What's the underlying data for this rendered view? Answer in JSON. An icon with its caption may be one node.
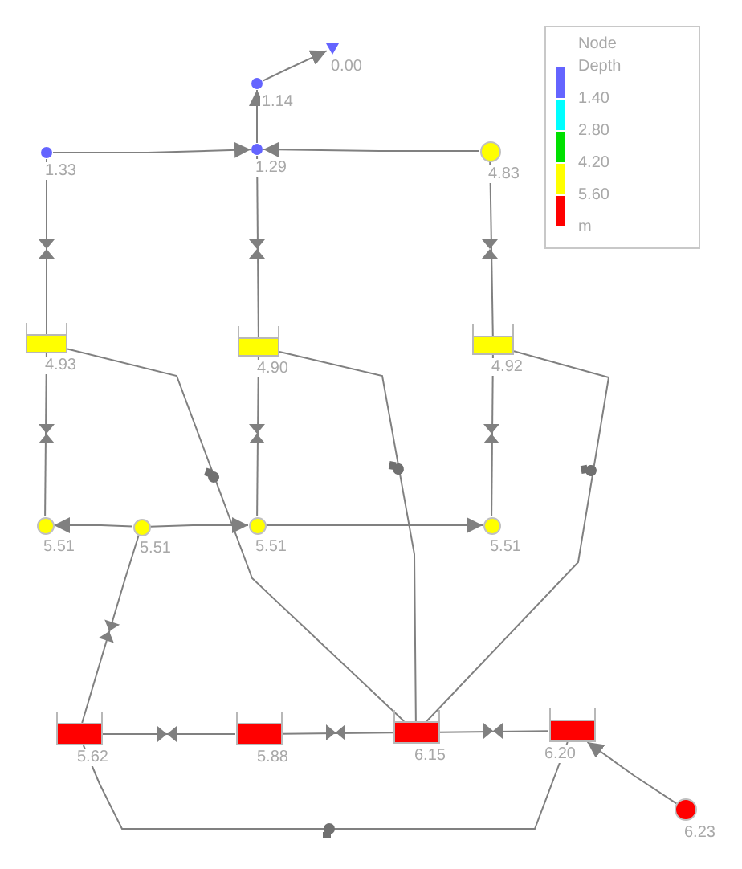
{
  "diagram": {
    "nodes": [
      {
        "text": [],
        "shape": "triangle",
        "beside": [
          "0.00"
        ]
      },
      {
        "text": [],
        "shape": "circle",
        "beside": [
          "1.14"
        ]
      },
      {
        "text": [],
        "shape": "circle",
        "beside": [
          "1.33"
        ]
      },
      {
        "text": [],
        "shape": "circle",
        "beside": [
          "1.29"
        ]
      },
      {
        "text": [],
        "shape": "circle",
        "beside": [
          "4.83"
        ]
      },
      {
        "text": [],
        "shape": "tank",
        "beside": [
          "4.93"
        ]
      },
      {
        "text": [],
        "shape": "tank",
        "beside": [
          "4.90"
        ]
      },
      {
        "text": [],
        "shape": "tank",
        "beside": [
          "4.92"
        ]
      },
      {
        "text": [],
        "shape": "circle",
        "beside": [
          "5.51"
        ]
      },
      {
        "text": [],
        "shape": "circle",
        "beside": [
          "5.51"
        ]
      },
      {
        "text": [],
        "shape": "circle",
        "beside": [
          "5.51"
        ]
      },
      {
        "text": [],
        "shape": "circle",
        "beside": [
          "5.51"
        ]
      },
      {
        "text": [],
        "shape": "tank",
        "beside": [
          "5.62"
        ]
      },
      {
        "text": [],
        "shape": "tank",
        "beside": [
          "5.88"
        ]
      },
      {
        "text": [],
        "shape": "tank",
        "beside": [
          "6.15"
        ]
      },
      {
        "text": [],
        "shape": "tank",
        "beside": [
          "6.20"
        ]
      },
      {
        "text": [],
        "shape": "circle",
        "beside": [
          "6.23"
        ]
      }
    ],
    "edges": [
      {
        "from": 1,
        "to": 0,
        "arrow": "to"
      },
      {
        "from": 3,
        "to": 1,
        "arrow": "to"
      },
      {
        "from": 2,
        "to": 3,
        "arrow": "to"
      },
      {
        "from": 4,
        "to": 3,
        "arrow": "to"
      },
      {
        "from": 2,
        "to": 5,
        "arrow": "none"
      },
      {
        "from": 3,
        "to": 6,
        "arrow": "none"
      },
      {
        "from": 4,
        "to": 7,
        "arrow": "none"
      },
      {
        "from": 5,
        "to": 8,
        "arrow": "none"
      },
      {
        "from": 6,
        "to": 10,
        "arrow": "none"
      },
      {
        "from": 7,
        "to": 11,
        "arrow": "none"
      },
      {
        "from": 9,
        "to": 8,
        "arrow": "to"
      },
      {
        "from": 9,
        "to": 10,
        "arrow": "to"
      },
      {
        "from": 10,
        "to": 11,
        "arrow": "to"
      },
      {
        "from": 5,
        "to": 14,
        "arrow": "none"
      },
      {
        "from": 6,
        "to": 14,
        "arrow": "none"
      },
      {
        "from": 7,
        "to": 14,
        "arrow": "none"
      },
      {
        "from": 9,
        "to": 12,
        "arrow": "none"
      },
      {
        "from": 12,
        "to": 13,
        "arrow": "none"
      },
      {
        "from": 13,
        "to": 14,
        "arrow": "none"
      },
      {
        "from": 14,
        "to": 15,
        "arrow": "none"
      },
      {
        "from": 12,
        "to": 15,
        "arrow": "none"
      },
      {
        "from": 16,
        "to": 15,
        "arrow": "to"
      }
    ],
    "labels": [
      "Node Depth"
    ],
    "legend": [
      {
        "text": "1.40",
        "color": "#6464ff"
      },
      {
        "text": "2.80",
        "color": "#00ffff"
      },
      {
        "text": "4.20",
        "color": "#00e000"
      },
      {
        "text": "5.60",
        "color": "#ffff00"
      },
      {
        "text": "m",
        "color": "#ff0000"
      }
    ]
  }
}
